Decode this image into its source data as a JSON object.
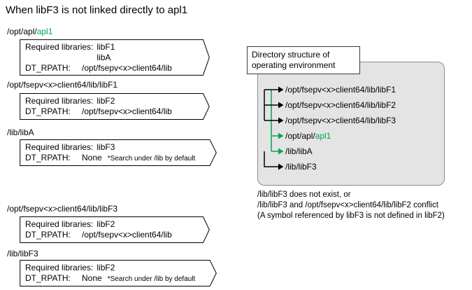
{
  "title": "When libF3 is not linked directly to apl1",
  "colors": {
    "accent_green": "#00A651",
    "panel_fill": "#E4E4E4"
  },
  "left": {
    "boxes": [
      {
        "path": {
          "prefix": "/opt/apl/",
          "highlight": "apl1"
        },
        "req_label": "Required libraries:",
        "req_values": [
          "libF1",
          "libA"
        ],
        "rpath_label": "DT_RPATH:",
        "rpath_value": "/opt/fsepv<x>client64/lib",
        "rpath_note": ""
      },
      {
        "path": {
          "prefix": "/opt/fsepv<x>client64/lib/libF1"
        },
        "req_label": "Required libraries:",
        "req_values": [
          "libF2"
        ],
        "rpath_label": "DT_RPATH:",
        "rpath_value": "/opt/fsepv<x>client64/lib",
        "rpath_note": ""
      },
      {
        "path": {
          "prefix": "/lib/libA"
        },
        "req_label": "Required libraries:",
        "req_values": [
          "libF3"
        ],
        "rpath_label": "DT_RPATH:",
        "rpath_value": "None",
        "rpath_note": "*Search under /lib by default"
      },
      {
        "path": {
          "prefix": "/opt/fsepv<x>client64/lib/libF3"
        },
        "req_label": "Required libraries:",
        "req_values": [
          "libF2"
        ],
        "rpath_label": "DT_RPATH:",
        "rpath_value": "/opt/fsepv<x>client64/lib",
        "rpath_note": ""
      },
      {
        "path": {
          "prefix": "/lib/libF3"
        },
        "req_label": "Required libraries:",
        "req_values": [
          "libF2"
        ],
        "rpath_label": "DT_RPATH:",
        "rpath_value": "None",
        "rpath_note": "*Search under /lib by default"
      }
    ]
  },
  "right": {
    "callout": {
      "line1": "Directory structure of",
      "line2": "operating environment"
    },
    "entries": [
      {
        "prefix": "/opt/fsepv<x>client64/lib/libF1",
        "arrow": "black"
      },
      {
        "prefix": "/opt/fsepv<x>client64/lib/libF2",
        "arrow": "black"
      },
      {
        "prefix": "/opt/fsepv<x>client64/lib/libF3",
        "arrow": "black"
      },
      {
        "prefix": "/opt/apl/",
        "highlight": "apl1",
        "arrow": "green"
      },
      {
        "prefix": "/lib/libA",
        "arrow": "green"
      },
      {
        "prefix": "/lib/libF3",
        "arrow": "black"
      }
    ],
    "note_lines": [
      "/lib/libF3 does not exist, or",
      "/lib/libF3 and /opt/fsepv<x>client64/lib/libF2 conflict",
      "(A symbol referenced by libF3 is not defined in libF2)"
    ]
  }
}
